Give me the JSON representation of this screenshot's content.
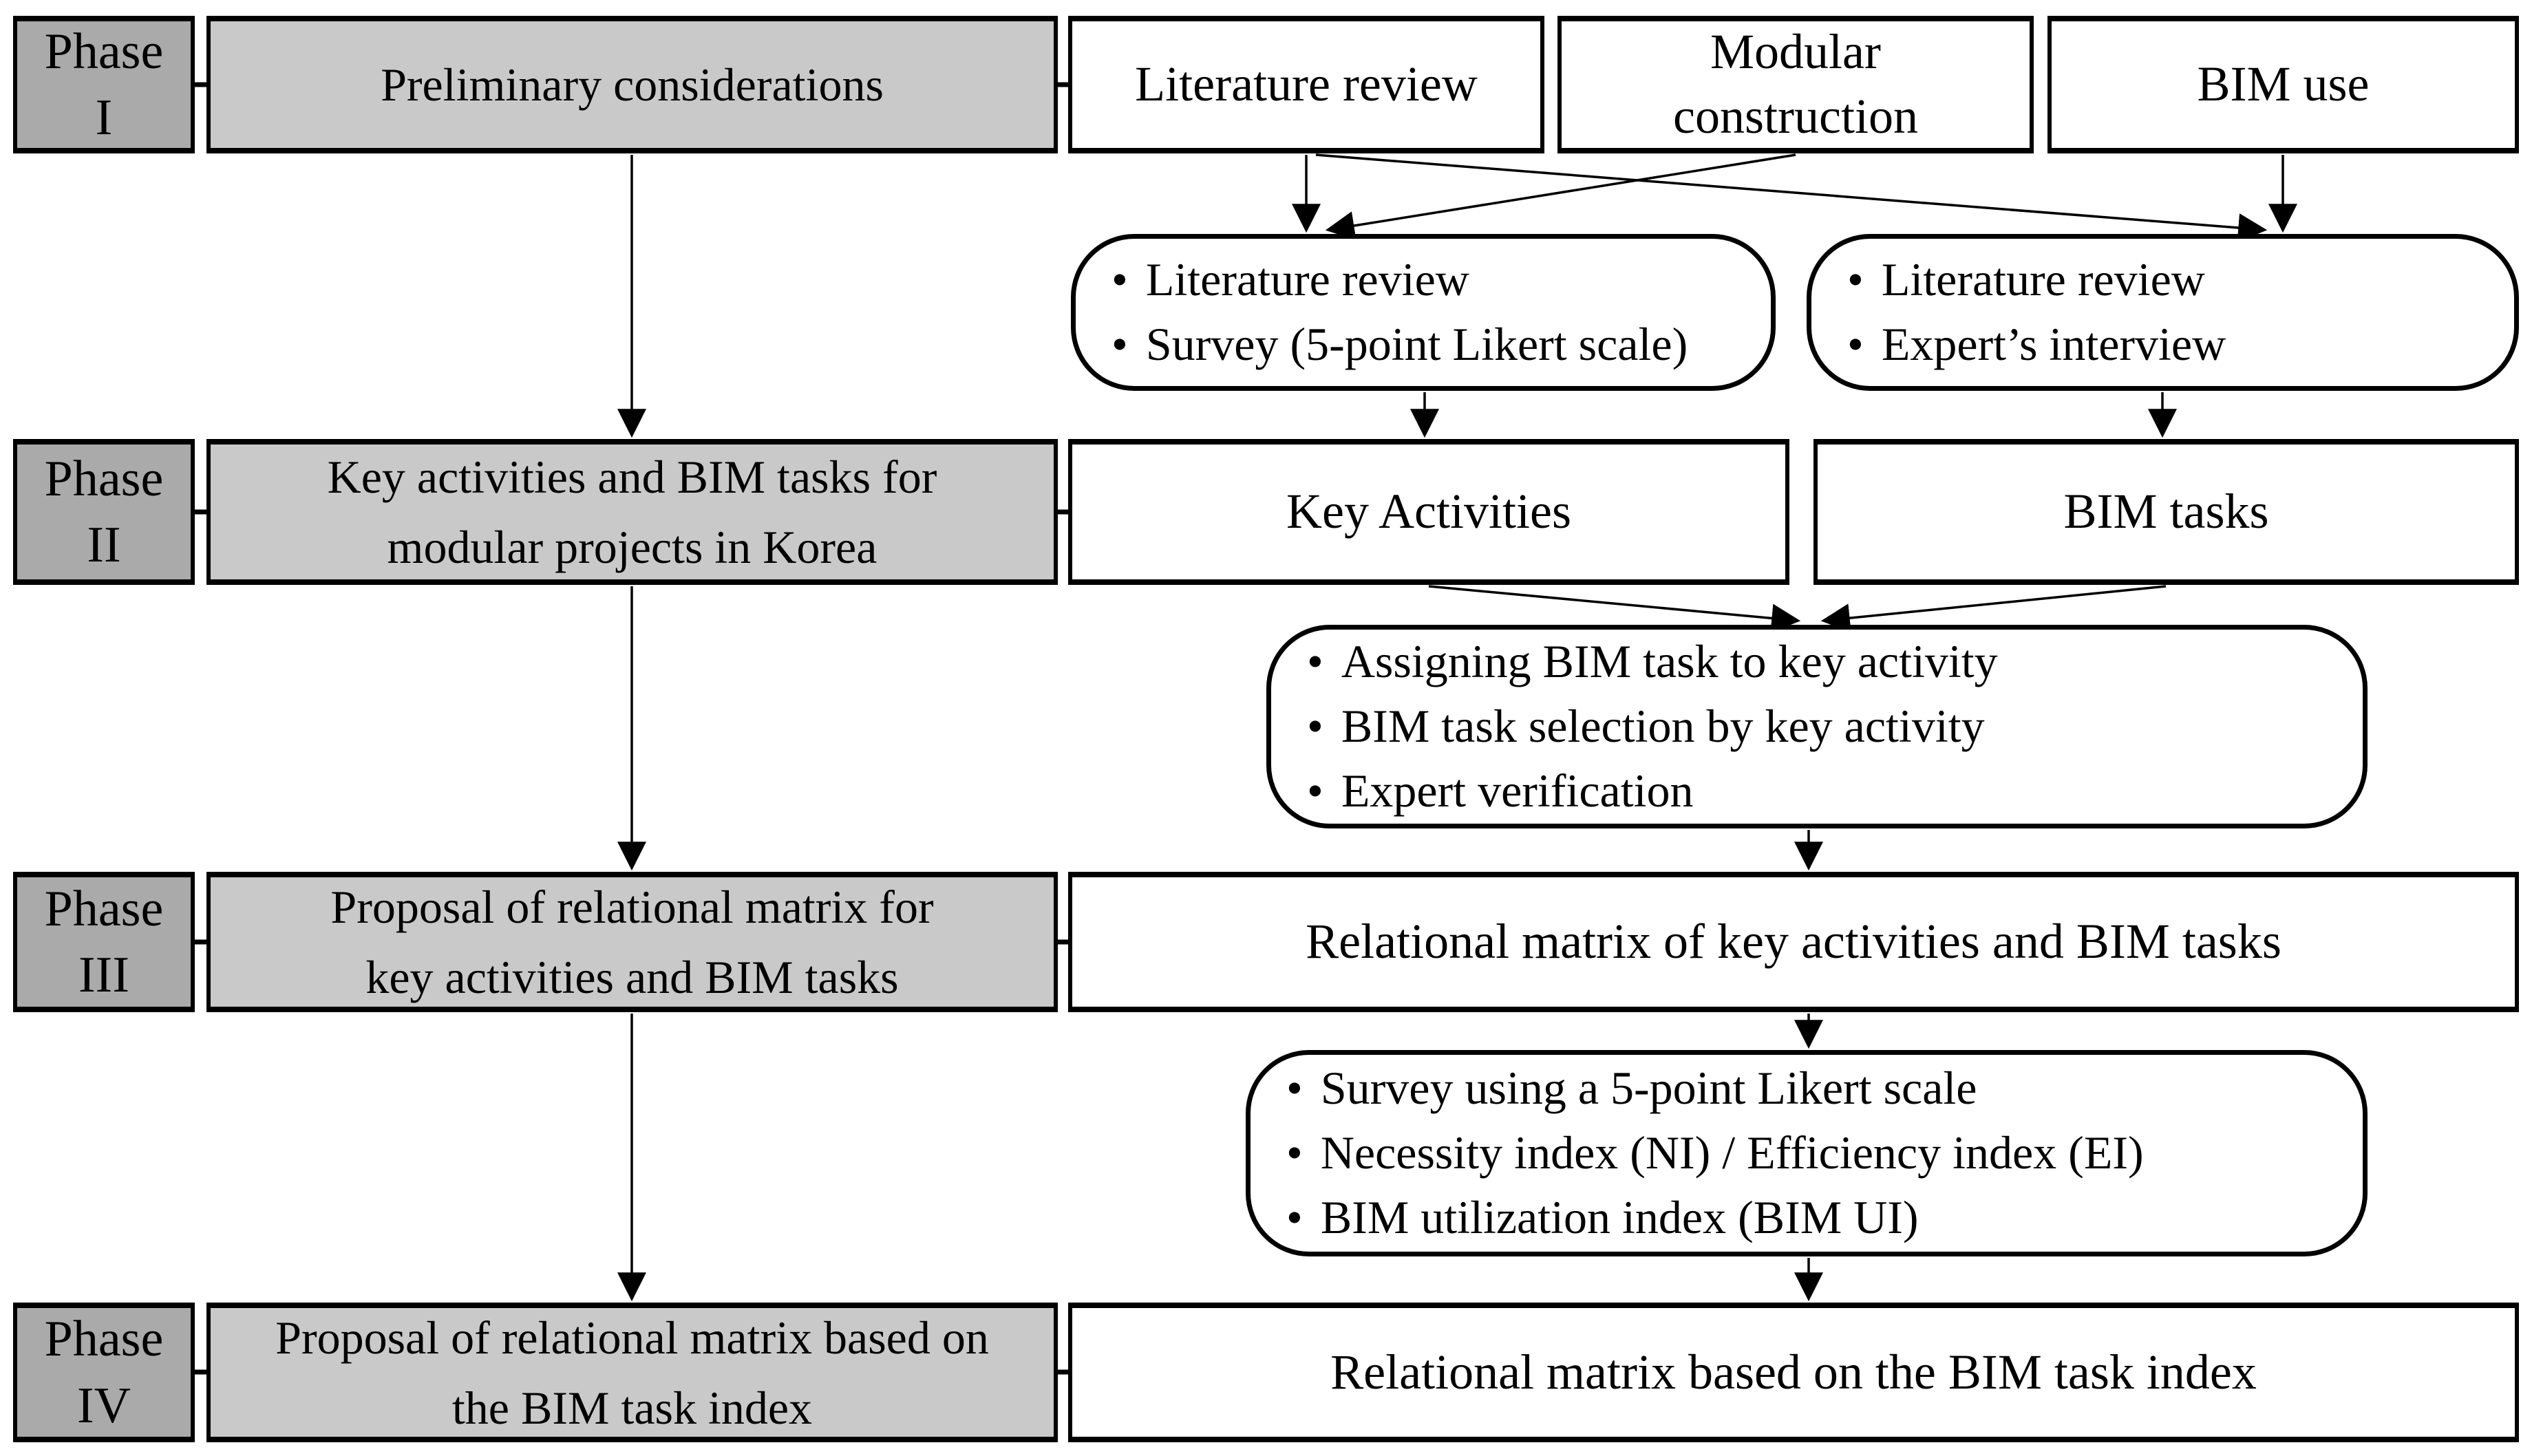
{
  "colors": {
    "phase_fill": "#aaaaaa",
    "summary_fill": "#c9c9c9",
    "box_fill": "#ffffff",
    "border": "#000000",
    "line": "#000000",
    "background": "#ffffff"
  },
  "glyphs": {
    "bullet": "•"
  },
  "phase1": {
    "label": "Phase\nI",
    "summary": "Preliminary considerations",
    "topic_literature": "Literature review",
    "topic_modular": "Modular\nconstruction",
    "topic_bim": "BIM use"
  },
  "key_activity_methods": {
    "items": [
      "Literature review",
      "Survey (5-point Likert scale)"
    ]
  },
  "bim_task_methods": {
    "items": [
      "Literature review",
      "Expert’s interview"
    ]
  },
  "phase2": {
    "label": "Phase\nII",
    "summary": "Key activities and BIM tasks for\nmodular projects in Korea",
    "output_key_activities": "Key Activities",
    "output_bim_tasks": "BIM tasks"
  },
  "matrix_methods": {
    "items": [
      "Assigning BIM task to key activity",
      "BIM task selection by key activity",
      "Expert verification"
    ]
  },
  "phase3": {
    "label": "Phase\nIII",
    "summary": "Proposal of relational matrix for\nkey activities and BIM tasks",
    "output": "Relational matrix of key activities and BIM tasks"
  },
  "index_methods": {
    "items": [
      "Survey using a 5-point Likert scale",
      "Necessity index (NI) / Efficiency index (EI)",
      "BIM utilization index (BIM UI)"
    ]
  },
  "phase4": {
    "label": "Phase\nIV",
    "summary": "Proposal of relational matrix based on\nthe BIM task index",
    "output": "Relational matrix based on the BIM task index"
  }
}
